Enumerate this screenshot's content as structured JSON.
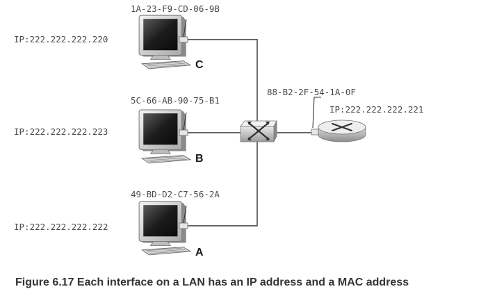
{
  "hosts": [
    {
      "id": "C",
      "label": "C",
      "mac": "1A-23-F9-CD-06-9B",
      "ip": "IP:222.222.222.220"
    },
    {
      "id": "B",
      "label": "B",
      "mac": "5C-66-AB-90-75-B1",
      "ip": "IP:222.222.222.223"
    },
    {
      "id": "A",
      "label": "A",
      "mac": "49-BD-D2-C7-56-2A",
      "ip": "IP:222.222.222.222"
    }
  ],
  "router": {
    "mac": "88-B2-2F-54-1A-0F",
    "ip": "IP:222.222.222.221"
  },
  "caption": "Figure 6.17 Each interface on a LAN has an IP address and a MAC address",
  "colors": {
    "line": "#333333",
    "label": "#4a4a4a",
    "caption": "#333333",
    "screen": "#1c1c1c"
  }
}
